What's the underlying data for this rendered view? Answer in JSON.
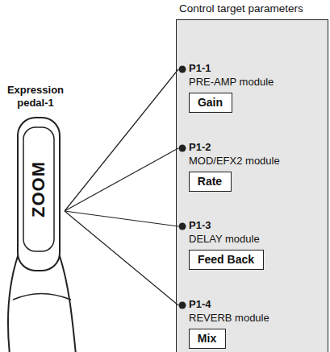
{
  "diagram": {
    "nodes": [
      {
        "text": [
          "Control target parameters"
        ]
      },
      {
        "text": [
          "Gain"
        ],
        "in": 0
      },
      {
        "text": [
          "Rate"
        ],
        "in": 0
      },
      {
        "text": [
          "Feed Back"
        ],
        "in": 0
      },
      {
        "text": [
          "Mix"
        ],
        "in": 0
      }
    ],
    "labels": [
      "Expression pedal-1",
      "ZOOM",
      "P1-1",
      "PRE-AMP module",
      "P1-2",
      "MOD/EFX2 module",
      "P1-3",
      "DELAY module",
      "P1-4",
      "REVERB module"
    ]
  }
}
